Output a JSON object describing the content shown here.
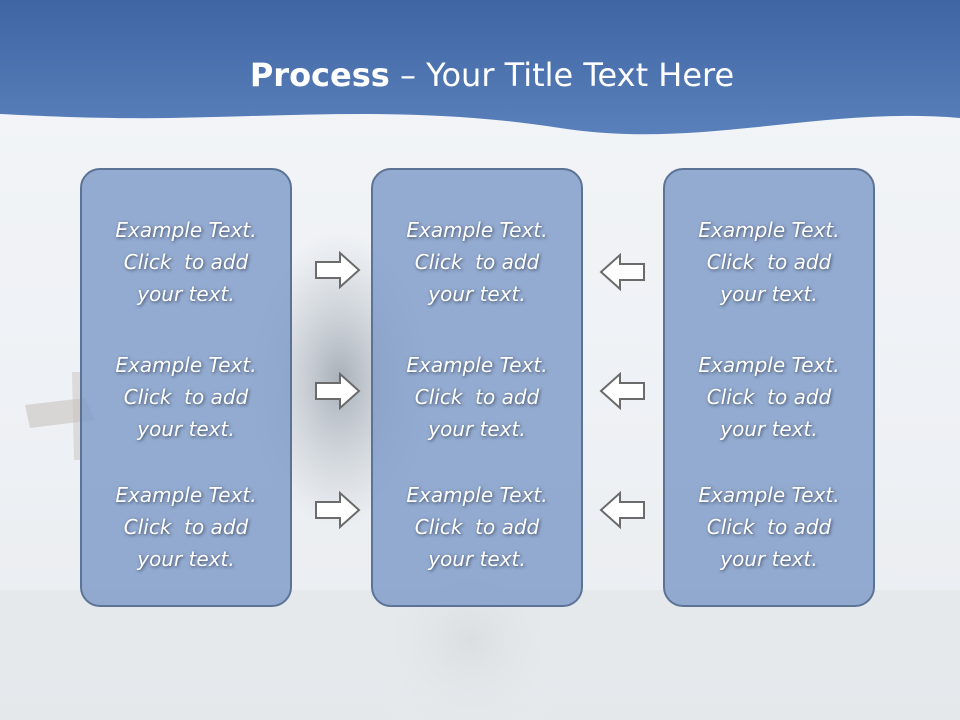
{
  "title": {
    "bold": "Process",
    "rest": " – Your Title Text Here"
  },
  "panels": {
    "left": [
      {
        "line1": "Example Text.",
        "line2": "Click  to add",
        "line3": "your text."
      },
      {
        "line1": "Example Text.",
        "line2": "Click  to add",
        "line3": "your text."
      },
      {
        "line1": "Example Text.",
        "line2": "Click  to add",
        "line3": "your text."
      }
    ],
    "middle": [
      {
        "line1": "Example Text.",
        "line2": "Click  to add",
        "line3": "your text."
      },
      {
        "line1": "Example Text.",
        "line2": "Click  to add",
        "line3": "your text."
      },
      {
        "line1": "Example Text.",
        "line2": "Click  to add",
        "line3": "your text."
      }
    ],
    "right": [
      {
        "line1": "Example Text.",
        "line2": "Click  to add",
        "line3": "your text."
      },
      {
        "line1": "Example Text.",
        "line2": "Click  to add",
        "line3": "your text."
      },
      {
        "line1": "Example Text.",
        "line2": "Click  to add",
        "line3": "your text."
      }
    ]
  },
  "icons": {
    "left_arrows": "arrow-right-icon",
    "right_arrows": "arrow-left-icon"
  },
  "colors": {
    "header_blue": "#4f74ad",
    "panel_fill": "#8aa5cf",
    "panel_border": "#5d7396",
    "arrow_stroke": "#6b6b6b"
  }
}
